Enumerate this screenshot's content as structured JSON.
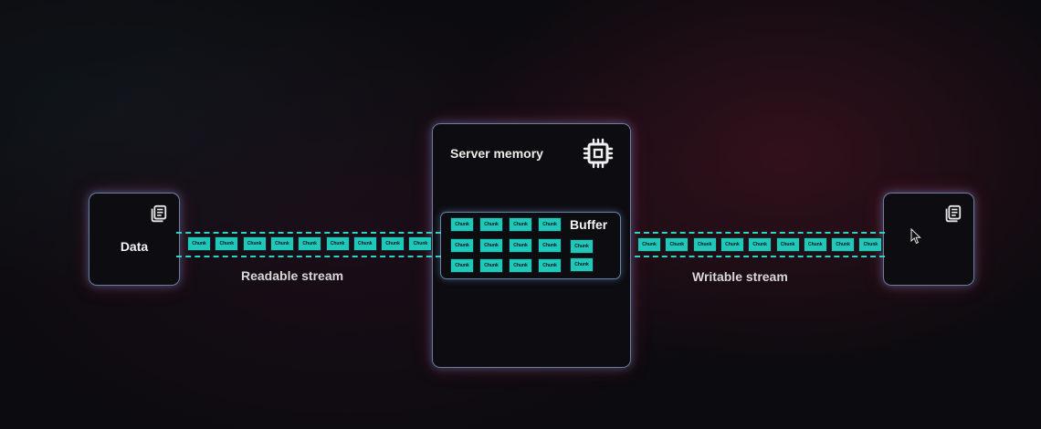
{
  "source": {
    "label": "Data",
    "icon": "document-icon"
  },
  "memory": {
    "title": "Server memory",
    "icon": "cpu-chip-icon"
  },
  "buffer": {
    "label": "Buffer"
  },
  "chunk_label": "Chunk",
  "readable": {
    "label": "Readable stream",
    "chunk_count": 9
  },
  "writable": {
    "label": "Writable stream",
    "chunk_count": 9
  },
  "buffer_chunks": {
    "grid_columns": 4,
    "grid_rows": 3,
    "extra_column_count": 2
  },
  "destination": {
    "icon": "document-icon"
  },
  "colors": {
    "chunk": "#21c7bb",
    "stream": "#2fd3c6",
    "card_glow": "#8fbfeb"
  }
}
